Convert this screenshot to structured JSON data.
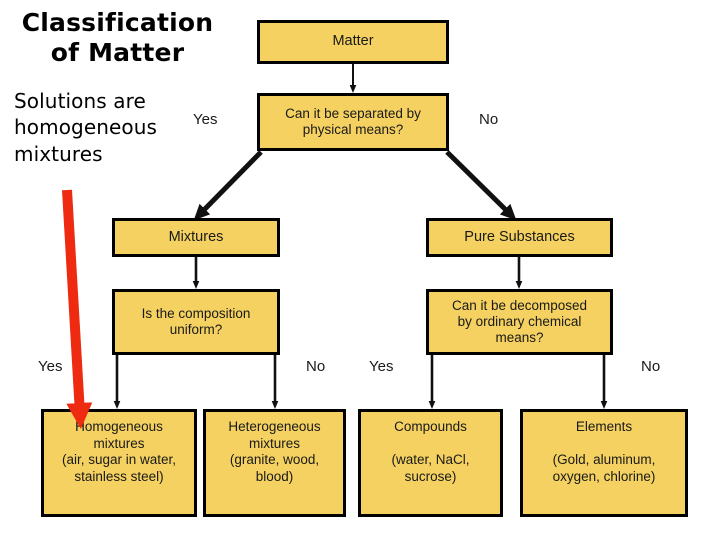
{
  "slide": {
    "title": "Classification\nof Matter",
    "subtitle": "Solutions are\nhomogeneous\nmixtures"
  },
  "colors": {
    "box_fill": "#f4d160",
    "box_border": "#000000",
    "connector": "#000000",
    "highlight_arrow": "#ee2b11",
    "background": "#ffffff",
    "text": "#1a1a1a"
  },
  "diagram": {
    "type": "flowchart",
    "nodes": {
      "matter": "Matter",
      "separate_q": "Can it be separated by\nphysical means?",
      "mixtures": "Mixtures",
      "pure_substances": "Pure Substances",
      "composition_q": "Is the composition\nuniform?",
      "decompose_q": "Can it be decomposed\nby ordinary chemical\nmeans?",
      "homogeneous": "Homogeneous\nmixtures\n(air, sugar in water,\nstainless steel)",
      "heterogeneous": "Heterogeneous\nmixtures\n(granite, wood,\nblood)",
      "compounds": "Compounds\n\n(water, NaCl,\nsucrose)",
      "elements": "Elements\n\n(Gold, aluminum,\noxygen, chlorine)"
    },
    "branch_labels": {
      "separate_yes": "Yes",
      "separate_no": "No",
      "composition_yes": "Yes",
      "composition_no": "No",
      "decompose_yes": "Yes",
      "decompose_no": "No"
    }
  }
}
